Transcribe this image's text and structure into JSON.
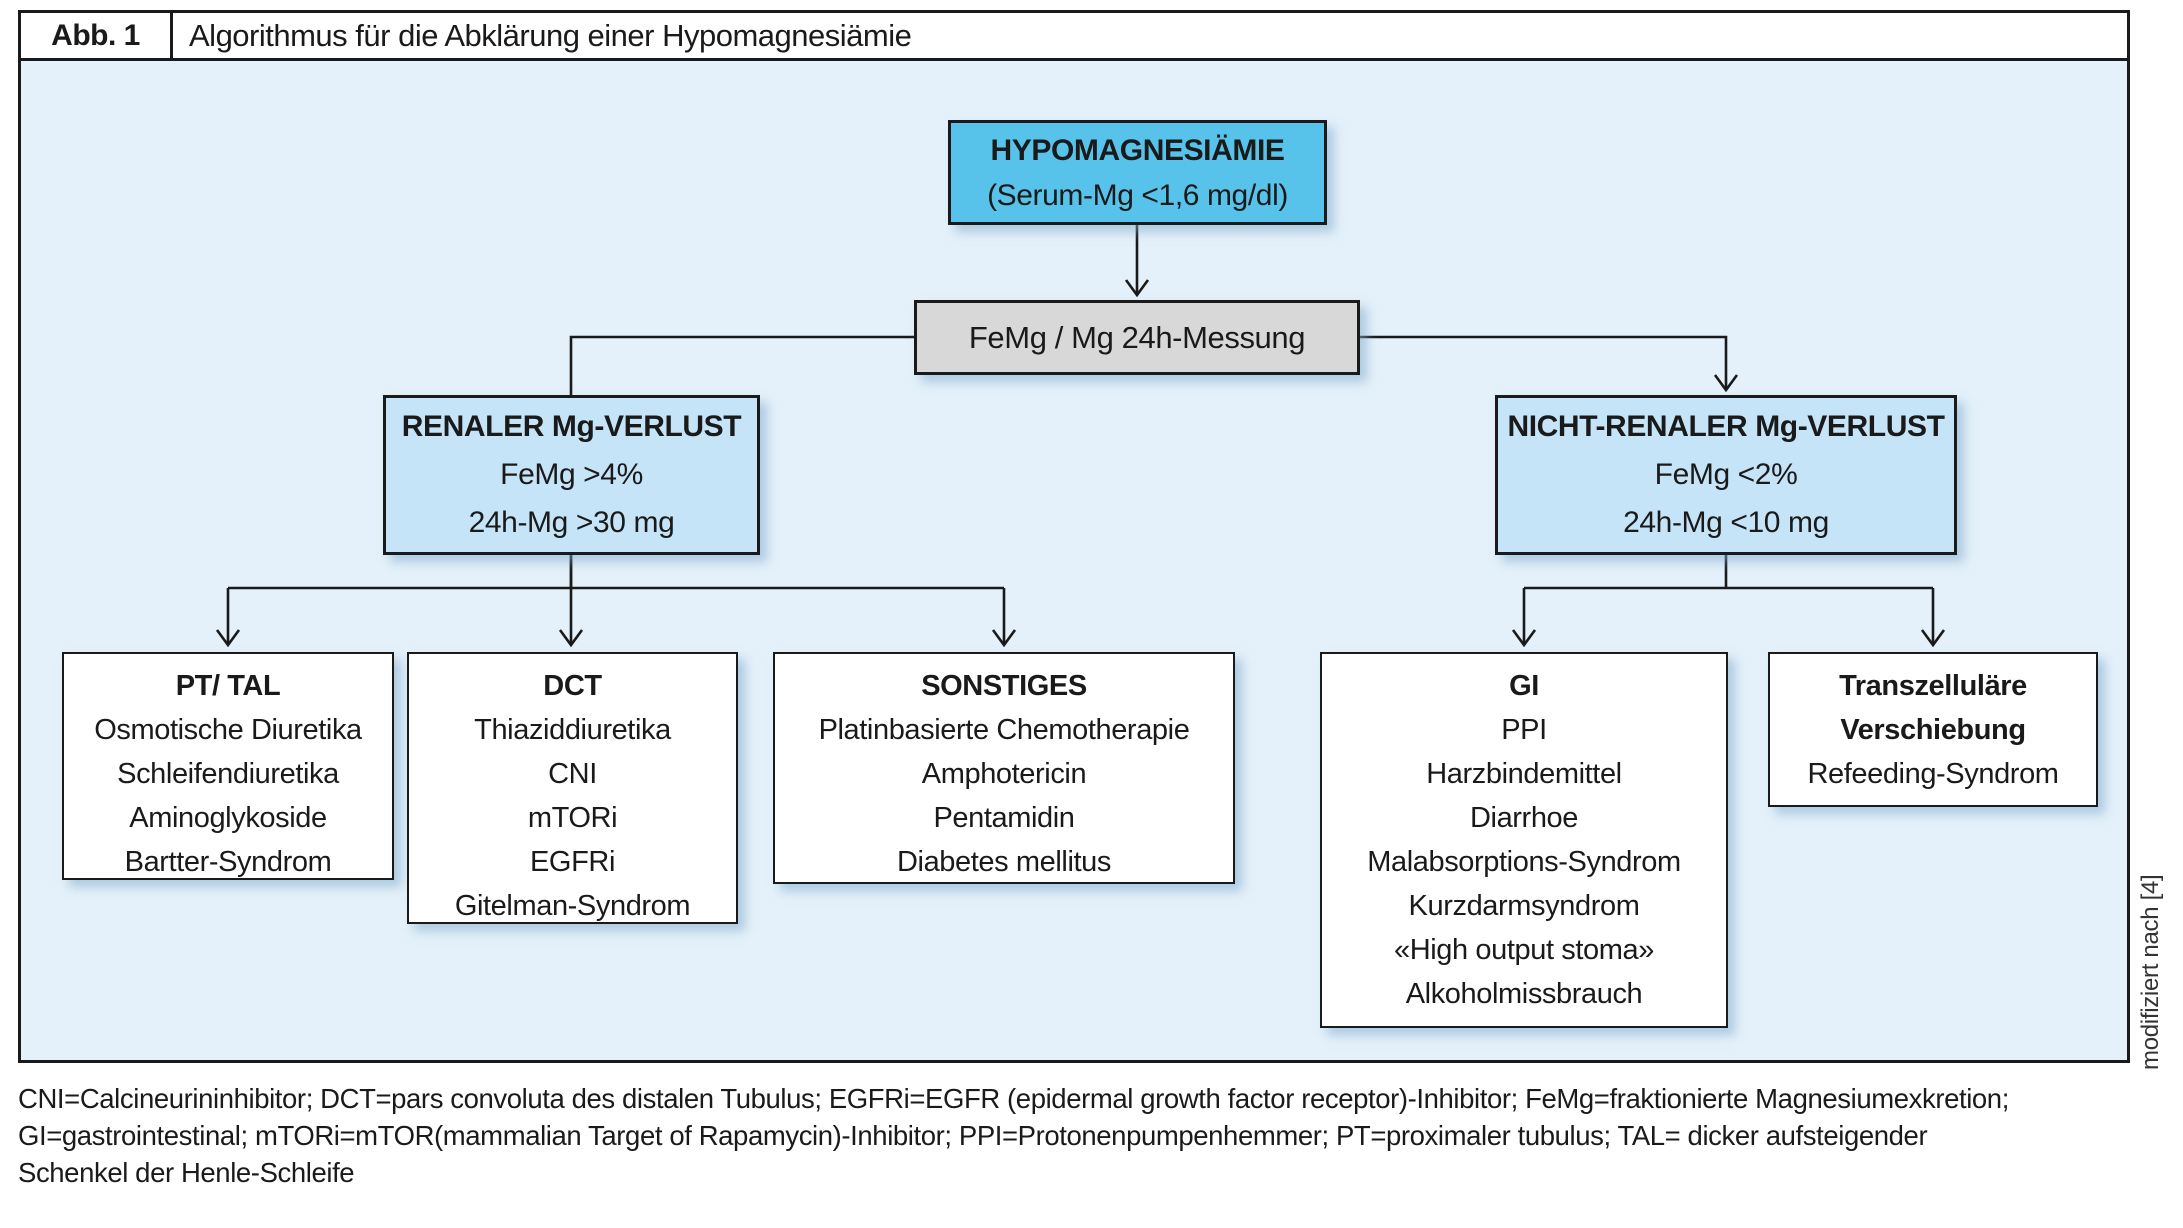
{
  "figure": {
    "label": "Abb. 1",
    "title": "Algorithmus für die Abklärung einer Hypomagnesiämie",
    "credit": "modifiziert nach [4]"
  },
  "flowchart": {
    "root": {
      "title": "HYPOMAGNESIÄMIE",
      "subtitle": "(Serum-Mg <1,6 mg/dl)"
    },
    "decision": {
      "label": "FeMg / Mg 24h-Messung"
    },
    "renal": {
      "title": "RENALER Mg-VERLUST",
      "line1": "FeMg >4%",
      "line2": "24h-Mg >30 mg"
    },
    "nonrenal": {
      "title": "NICHT-RENALER Mg-VERLUST",
      "line1": "FeMg <2%",
      "line2": "24h-Mg <10 mg"
    },
    "leaves": [
      {
        "title": "PT/ TAL",
        "items": [
          "Osmotische Diuretika",
          "Schleifendiuretika",
          "Aminoglykoside",
          "Bartter-Syndrom"
        ]
      },
      {
        "title": "DCT",
        "items": [
          "Thiaziddiuretika",
          "CNI",
          "mTORi",
          "EGFRi",
          "Gitelman-Syndrom"
        ]
      },
      {
        "title": "SONSTIGES",
        "items": [
          "Platinbasierte Chemotherapie",
          "Amphotericin",
          "Pentamidin",
          "Diabetes mellitus"
        ]
      },
      {
        "title": "GI",
        "items": [
          "PPI",
          "Harzbindemittel",
          "Diarrhoe",
          "Malabsorptions-Syndrom",
          "Kurzdarmsyndrom",
          "«High output stoma»",
          "Alkoholmissbrauch"
        ]
      },
      {
        "title_line1": "Transzelluläre",
        "title_line2": "Verschiebung",
        "items": [
          "Refeeding-Syndrom"
        ]
      }
    ]
  },
  "footnote": {
    "line1": "CNI=Calcineurininhibitor; DCT=pars convoluta des distalen Tubulus; EGFRi=EGFR (epidermal growth factor receptor)-Inhibitor; FeMg=fraktionierte Magnesiumexkretion;",
    "line2": "GI=gastrointestinal; mTORi=mTOR(mammalian Target of Rapamycin)-Inhibitor; PPI=Protonenpumpenhemmer; PT=proximaler tubulus; TAL= dicker aufsteigender",
    "line3": "Schenkel der Henle-Schleife"
  },
  "colors": {
    "cyan": "#58c3ea",
    "lightblue": "#c5e4f7",
    "gray": "#d8d8d8",
    "canvas": "#e4f1fa",
    "ink": "#1a1a1a"
  }
}
